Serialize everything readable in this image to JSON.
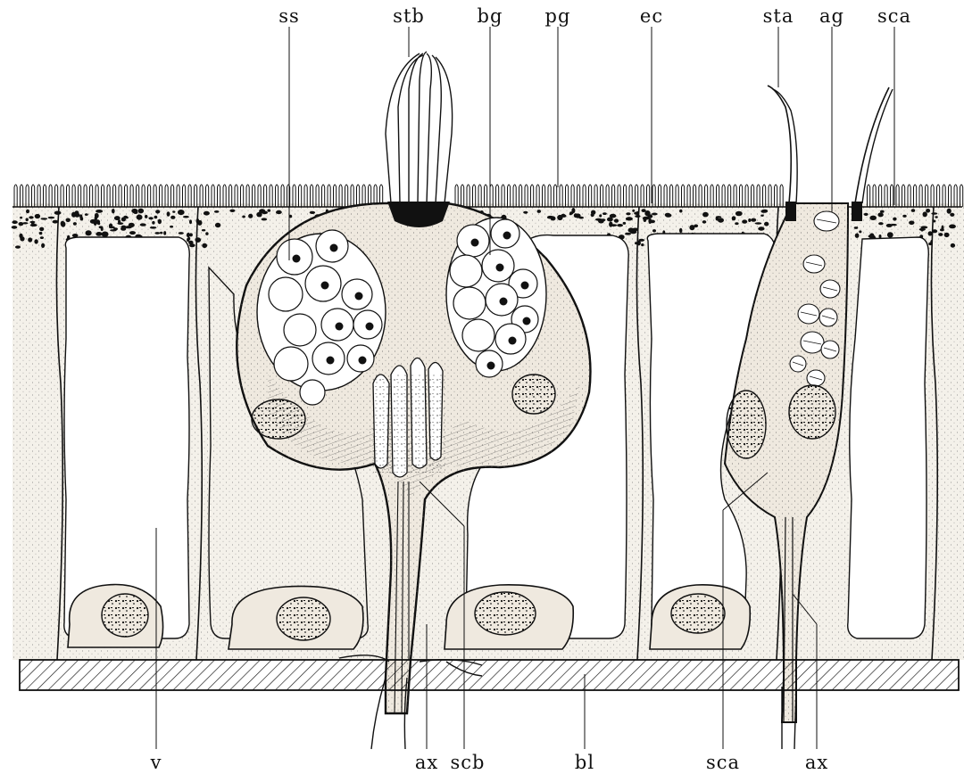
{
  "labels": {
    "ss": "ss",
    "stb": "stb",
    "bg": "bg",
    "pg": "pg",
    "ec": "ec",
    "sta": "sta",
    "ag": "ag",
    "sca_top": "sca",
    "v": "v",
    "ax_left": "ax",
    "scb": "scb",
    "bl": "bl",
    "sca_bottom": "sca",
    "ax_right": "ax"
  },
  "colors": {
    "ink": "#111111",
    "paper": "#ffffff",
    "cytoplasm": "#f4f1ea"
  }
}
